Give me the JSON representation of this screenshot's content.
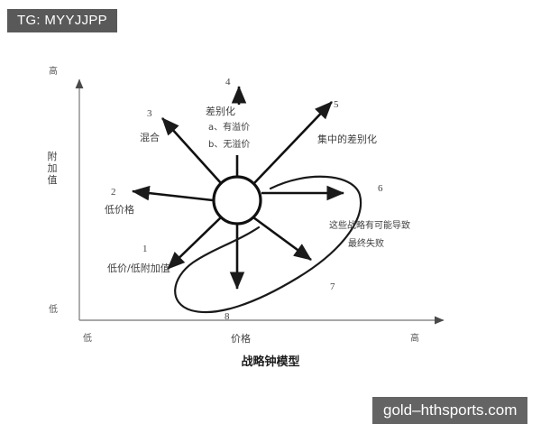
{
  "overlay": {
    "tag_label": "TG: MYYJJPP",
    "watermark_label": "gold–hthsports.com",
    "tag_bg": "#595959",
    "watermark_bg": "#646464"
  },
  "chart_data": {
    "type": "diagram",
    "title": "战略钟模型",
    "xlabel": "价格",
    "ylabel": "附加值",
    "x_ticks": [
      "低",
      "高"
    ],
    "y_ticks": [
      "低",
      "高"
    ],
    "grid": false,
    "legend": "none",
    "hub": {
      "label": "",
      "cx": 263,
      "cy": 222,
      "r": 26
    },
    "notes": [
      "以中心圆为原点向八个方向发散的箭头，代表八种竞争战略定位",
      "右下方曲线环圈出 6、7、8 三种可能导致失败的战略"
    ],
    "options": [
      {
        "number": "1",
        "label": "低价/低附加值",
        "direction": "down-left",
        "angle_deg": 225
      },
      {
        "number": "2",
        "label": "低价格",
        "direction": "left",
        "angle_deg": 180
      },
      {
        "number": "3",
        "label": "混合",
        "direction": "up-left",
        "angle_deg": 135
      },
      {
        "number": "4",
        "label": "差别化",
        "sub_items": [
          "a、有溢价",
          "b、无溢价"
        ],
        "direction": "up",
        "angle_deg": 90
      },
      {
        "number": "5",
        "label": "集中的差别化",
        "direction": "up-right",
        "angle_deg": 45
      },
      {
        "number": "6",
        "label": "",
        "direction": "right",
        "angle_deg": 0
      },
      {
        "number": "7",
        "label": "",
        "direction": "down-right",
        "angle_deg": -45
      },
      {
        "number": "8",
        "label": "",
        "direction": "down",
        "angle_deg": -90
      }
    ],
    "failure_note": [
      "这些战略有可能导致",
      "最终失败"
    ]
  },
  "labels": {
    "y_high": "高",
    "y_low": "低",
    "x_low": "低",
    "x_high": "高",
    "x_name": "价格",
    "y_name_chars": [
      "附",
      "加",
      "值"
    ],
    "title": "战略钟模型",
    "opt1_num": "1",
    "opt1_text": "低价/低附加值",
    "opt2_num": "2",
    "opt2_text": "低价格",
    "opt3_num": "3",
    "opt3_text": "混合",
    "opt4_num": "4",
    "opt4_text": "差别化",
    "opt4_a": "a、有溢价",
    "opt4_b": "b、无溢价",
    "opt5_num": "5",
    "opt5_text": "集中的差别化",
    "opt6_num": "6",
    "opt7_num": "7",
    "opt8_num": "8",
    "failure_line1": "这些战略有可能导致",
    "failure_line2": "最终失败"
  }
}
